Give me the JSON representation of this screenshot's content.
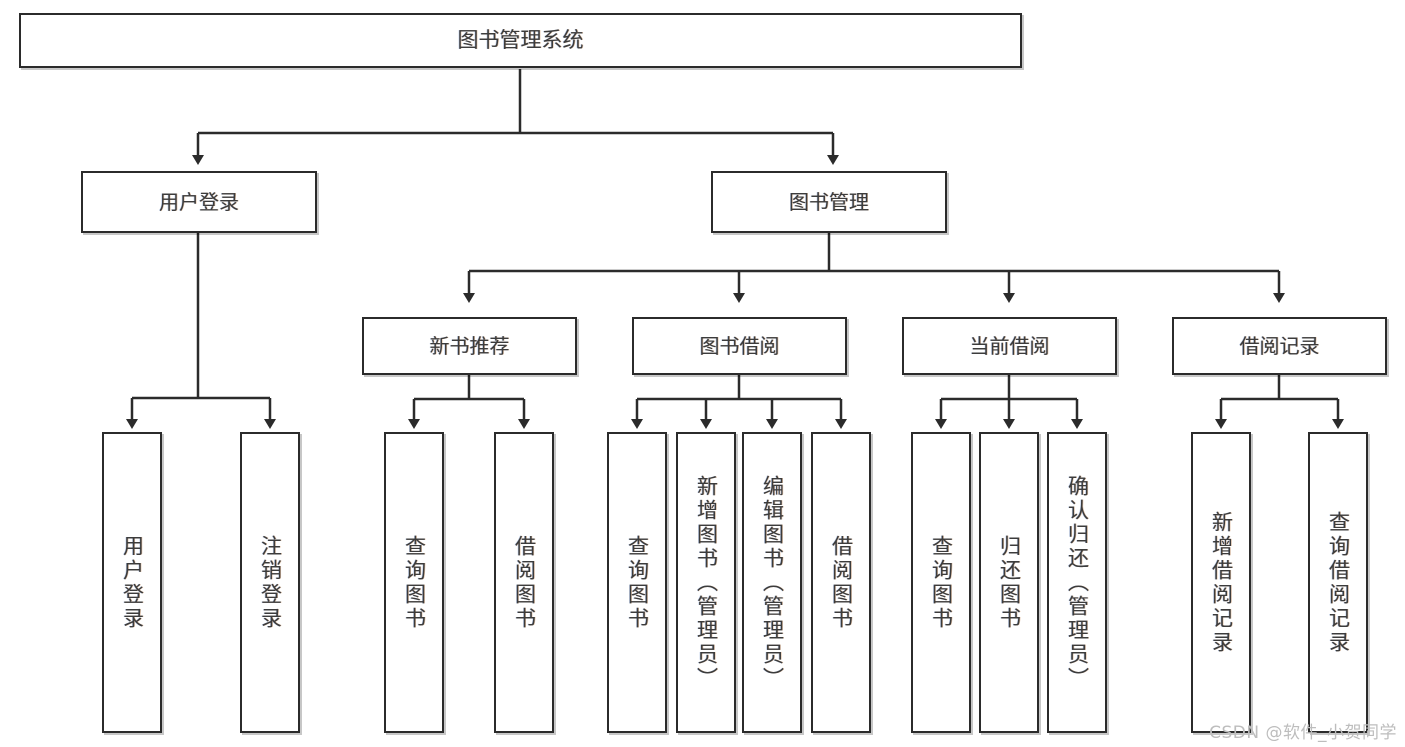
{
  "diagram": {
    "title": "图书管理系统",
    "type": "hierarchy-tree",
    "root": {
      "label": "图书管理系统"
    },
    "level2": [
      {
        "label": "用户登录"
      },
      {
        "label": "图书管理"
      }
    ],
    "level3": [
      {
        "label": "新书推荐"
      },
      {
        "label": "图书借阅"
      },
      {
        "label": "当前借阅"
      },
      {
        "label": "借阅记录"
      }
    ],
    "leaves": {
      "user_login": [
        {
          "label": "用户登录"
        },
        {
          "label": "注销登录"
        }
      ],
      "new_book_recommend": [
        {
          "label": "查询图书"
        },
        {
          "label": "借阅图书"
        }
      ],
      "book_borrow": [
        {
          "label": "查询图书"
        },
        {
          "label": "新增图书（管理员）"
        },
        {
          "label": "编辑图书（管理员）"
        },
        {
          "label": "借阅图书"
        }
      ],
      "current_borrow": [
        {
          "label": "查询图书"
        },
        {
          "label": "归还图书"
        },
        {
          "label": "确认归还（管理员）"
        }
      ],
      "borrow_records": [
        {
          "label": "新增借阅记录"
        },
        {
          "label": "查询借阅记录"
        }
      ]
    }
  },
  "watermark": {
    "text": "CSDN @软件_小贺同学"
  },
  "colors": {
    "stroke": "#2b2b2b",
    "box_fill": "#ffffff",
    "text": "#3c3c3c",
    "watermark": "#bdbdbd",
    "background": "#ffffff"
  }
}
